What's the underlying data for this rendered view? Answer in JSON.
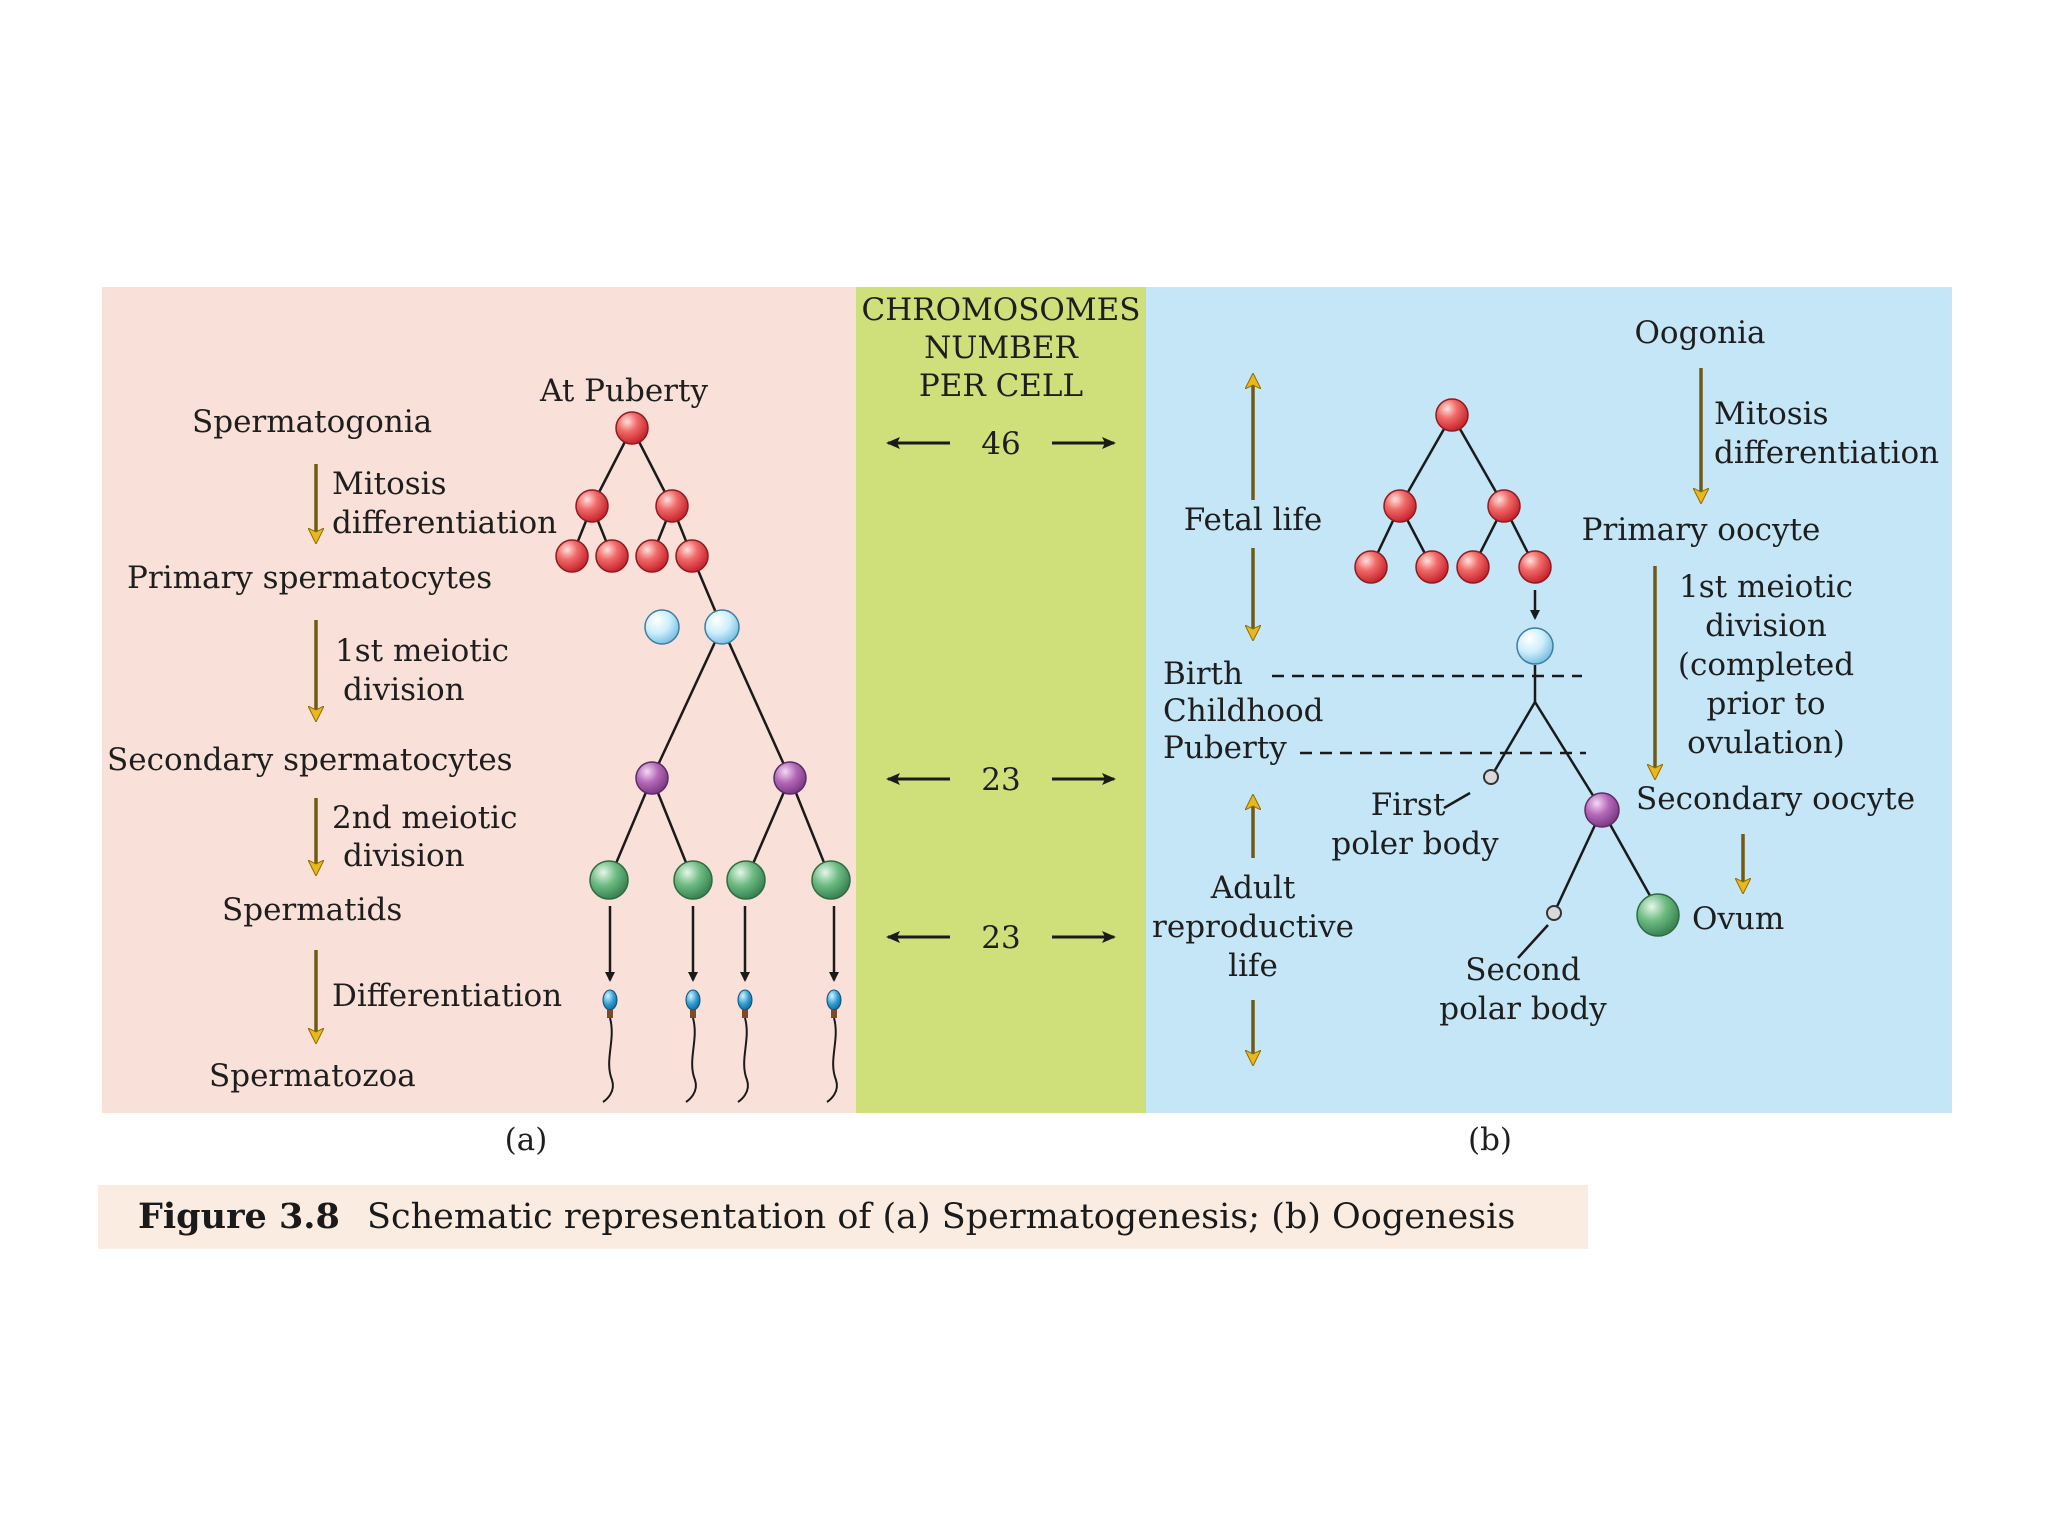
{
  "colors": {
    "panel_a_bg": "#f9e1d9",
    "chromosome_band_bg": "#cfe07a",
    "panel_b_bg": "#c5e6f6",
    "caption_bg": "#fbece1",
    "diploid_cell": "#e8454d",
    "primary_cell": "#bfe7f7",
    "secondary_cell": "#b066b4",
    "spermatid_cell": "#66b37a",
    "arrow_gold": "#e6b820"
  },
  "icons": {
    "diploid_cell": "red-sphere-icon",
    "primary_cell": "light-blue-sphere-icon",
    "secondary_cell": "purple-sphere-icon",
    "spermatid_cell": "green-sphere-icon",
    "sperm": "sperm-icon",
    "polar_body": "small-circle-icon"
  },
  "panel_a": {
    "tag": "(a)",
    "at_puberty": "At Puberty",
    "stages": {
      "spermatogonia": "Spermatogonia",
      "primary": "Primary spermatocytes",
      "secondary": "Secondary spermatocytes",
      "spermatids": "Spermatids",
      "spermatozoa": "Spermatozoa"
    },
    "processes": {
      "mitosis_1": "Mitosis",
      "mitosis_2": "differentiation",
      "meiosis1_1": "1st meiotic",
      "meiosis1_2": "division",
      "meiosis2_1": "2nd meiotic",
      "meiosis2_2": "division",
      "differentiation": "Differentiation"
    }
  },
  "chromosomes": {
    "title_1": "CHROMOSOMES",
    "title_2": "NUMBER",
    "title_3": "PER CELL",
    "counts": [
      "46",
      "23",
      "23"
    ]
  },
  "panel_b": {
    "tag": "(b)",
    "oogonia": "Oogonia",
    "mitosis_1": "Mitosis",
    "mitosis_2": "differentiation",
    "primary_oocyte": "Primary oocyte",
    "meiosis_1": "1st meiotic",
    "meiosis_2": "division",
    "meiosis_3": "(completed",
    "meiosis_4": "prior to",
    "meiosis_5": "ovulation)",
    "secondary_oocyte": "Secondary oocyte",
    "ovum": "Ovum",
    "first_polar_1": "First",
    "first_polar_2": "poler body",
    "second_polar_1": "Second",
    "second_polar_2": "polar body",
    "life_stages": {
      "fetal": "Fetal life",
      "birth": "Birth",
      "childhood": "Childhood",
      "puberty": "Puberty",
      "adult_1": "Adult",
      "adult_2": "reproductive",
      "adult_3": "life"
    }
  },
  "caption": {
    "label": "Figure 3.8",
    "text": "Schematic representation of (a) Spermatogenesis; (b) Oogenesis"
  }
}
